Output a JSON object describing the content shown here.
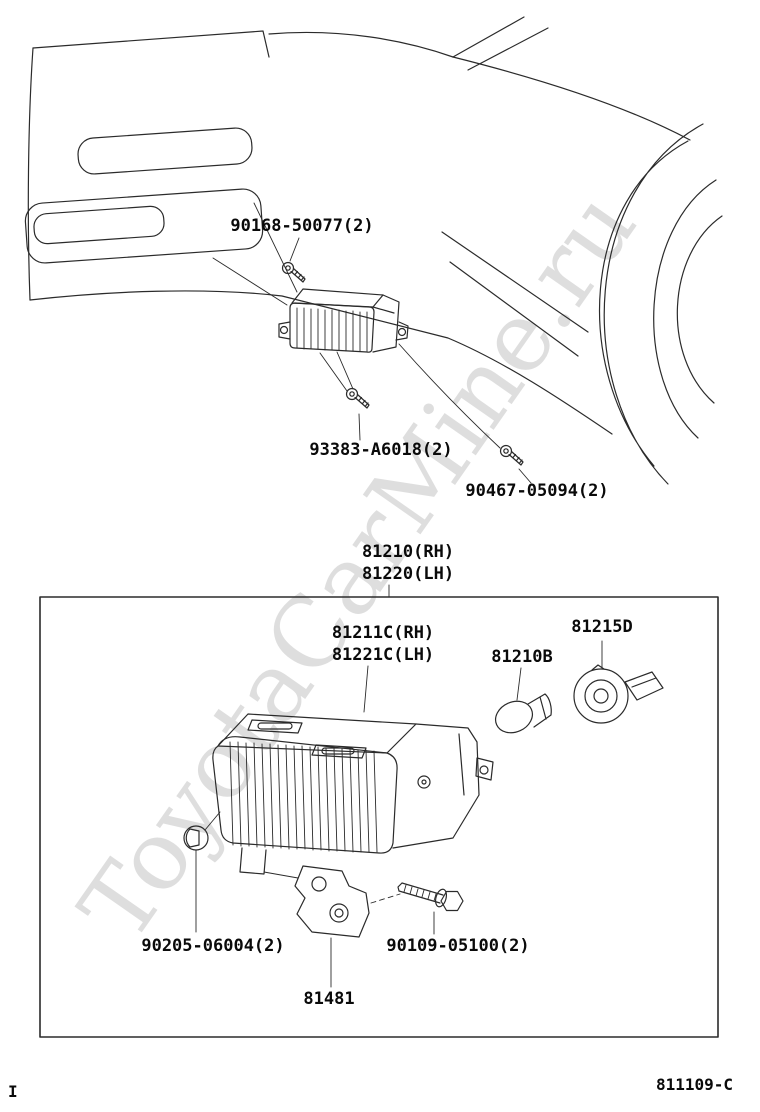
{
  "page": {
    "watermark": "ToyotaCarMine.ru",
    "page_letter": "I",
    "figure_code": "811109-C"
  },
  "labels": {
    "screw_top": "90168-50077(2)",
    "screw_mid": "93383-A6018(2)",
    "screw_right": "90467-05094(2)",
    "assy_rh": "81210(RH)",
    "assy_lh": "81220(LH)",
    "lens_rh": "81211C(RH)",
    "lens_lh": "81221C(LH)",
    "bulb": "81210B",
    "socket": "81215D",
    "clip": "90205-06004(2)",
    "bolt": "90109-05100(2)",
    "bracket": "81481"
  }
}
